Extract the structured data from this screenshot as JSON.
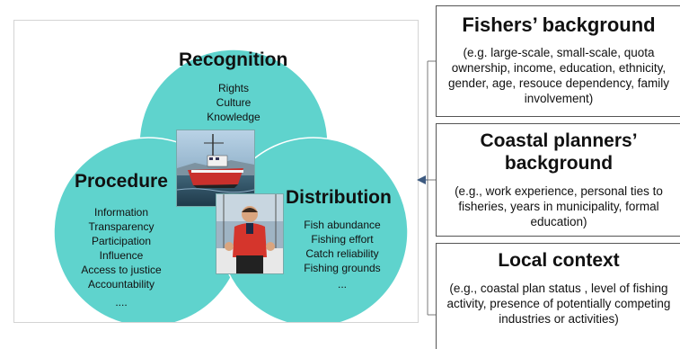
{
  "venn": {
    "recognition": {
      "title": "Recognition",
      "items": [
        "Rights",
        "Culture",
        "Knowledge"
      ]
    },
    "procedure": {
      "title": "Procedure",
      "items": [
        "Information",
        "Transparency",
        "Participation",
        "Influence",
        "Access to justice",
        "Accountability",
        "...."
      ]
    },
    "distribution": {
      "title": "Distribution",
      "items": [
        "Fish abundance",
        "Fishing effort",
        "Catch reliability",
        "Fishing grounds",
        "..."
      ]
    },
    "circle_fill": "#5fd3cd",
    "circle_stroke": "#ffffff"
  },
  "photos": {
    "boat_icon": "fishing-boat-photo",
    "fisher_icon": "fisher-photo"
  },
  "boxes": [
    {
      "title": "Fishers’ background",
      "body": "(e.g. large-scale, small-scale, quota ownership, income, education, ethnicity, gender, age, resouce dependency, family involvement)"
    },
    {
      "title": "Coastal planners’ background",
      "body": "(e.g., work experience, personal ties to fisheries, years in municipality, formal education)"
    },
    {
      "title": "Local context",
      "body": "(e.g., coastal plan status , level of fishing activity, presence of potentially competing industries or activities)"
    }
  ],
  "connector_color": "#3d5a80"
}
